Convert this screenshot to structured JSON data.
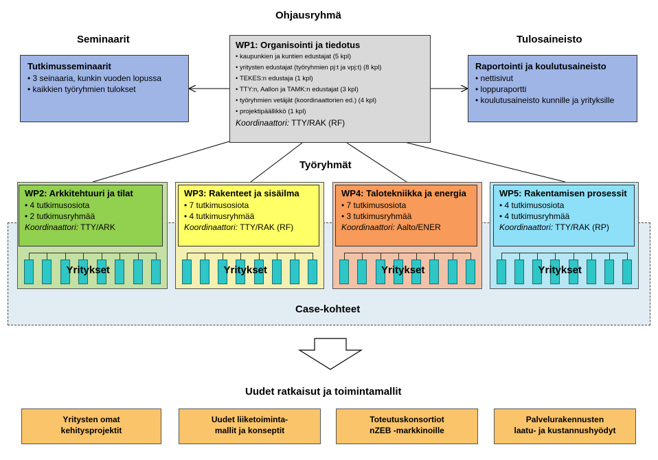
{
  "headings": {
    "steering": "Ohjausryhmä",
    "seminars": "Seminaarit",
    "results_material": "Tulosaineisto",
    "working_groups": "Työryhmät",
    "case_sites": "Case-kohteet",
    "new_solutions": "Uudet ratkaisut ja toimintamallit"
  },
  "seminars_box": {
    "title": "Tutkimusseminaarit",
    "items": [
      "3 seinaaria, kunkin vuoden lopussa",
      "kaikkien työryhmien tulokset"
    ]
  },
  "wp1": {
    "title": "WP1: Organisointi ja tiedotus",
    "items": [
      "kaupunkien ja kuntien edustajat (5 kpl)",
      "yritysten edustajat (työryhmien pj:t ja vpj:t) (8 kpl)",
      "TEKES:n edustaja (1 kpl)",
      "TTY:n, Aallon ja TAMK:n edustajat (3 kpl)",
      "työryhmien vetäjät (koordinaattorien ed.) (4 kpl)",
      "projektipäällikkö (1 kpl)"
    ],
    "coord_label": "Koordinaattori:",
    "coord_value": " TTY/RAK (RF)"
  },
  "results_box": {
    "title": "Raportointi ja koulutusaineisto",
    "items": [
      "nettisivut",
      "loppuraportti",
      "koulutusaineisto kunnille ja yrityksille"
    ]
  },
  "work_packages": [
    {
      "title": "WP2: Arkkitehtuuri ja tilat",
      "items": [
        "4 tutkimusosiota",
        "2 tutkimusryhmää"
      ],
      "coord_label": "Koordinaattori:",
      "coord_value": " TTY/ARK",
      "companies": "Yritykset",
      "color": "#92d050",
      "outer_color": "#c4e0a4"
    },
    {
      "title": "WP3: Rakenteet ja sisäilma",
      "items": [
        "7 tutkimusosiota",
        "4 tutkimusryhmää"
      ],
      "coord_label": "Koordinaattori:",
      "coord_value": " TTY/RAK (RF)",
      "companies": "Yritykset",
      "color": "#ffff66",
      "outer_color": "#f3f0b2"
    },
    {
      "title": "WP4: Talotekniikka ja energia",
      "items": [
        "7 tutkimusosiota",
        "3 tutkimusryhmää"
      ],
      "coord_label": "Koordinaattori:",
      "coord_value": " Aalto/ENER",
      "companies": "Yritykset",
      "color": "#f79a5a",
      "outer_color": "#f2c2a8"
    },
    {
      "title": "WP5: Rakentamisen prosessit",
      "items": [
        "4 tutkimusosiota",
        "4 tutkimusryhmää"
      ],
      "coord_label": "Koordinaattori:",
      "coord_value": " TTY/RAK (RP)",
      "companies": "Yritykset",
      "color": "#8ee0f8",
      "outer_color": "#b7e6f4"
    }
  ],
  "result_boxes": [
    {
      "line1": "Yritysten omat",
      "line2": "kehitysprojektit"
    },
    {
      "line1": "Uudet liiketoiminta-",
      "line2": "mallit ja konseptit"
    },
    {
      "line1": "Toteutuskonsortiot",
      "line2": "nZEB -markkinoille"
    },
    {
      "line1": "Palvelurakennusten",
      "line2": "laatu- ja kustannushyödyt"
    }
  ]
}
